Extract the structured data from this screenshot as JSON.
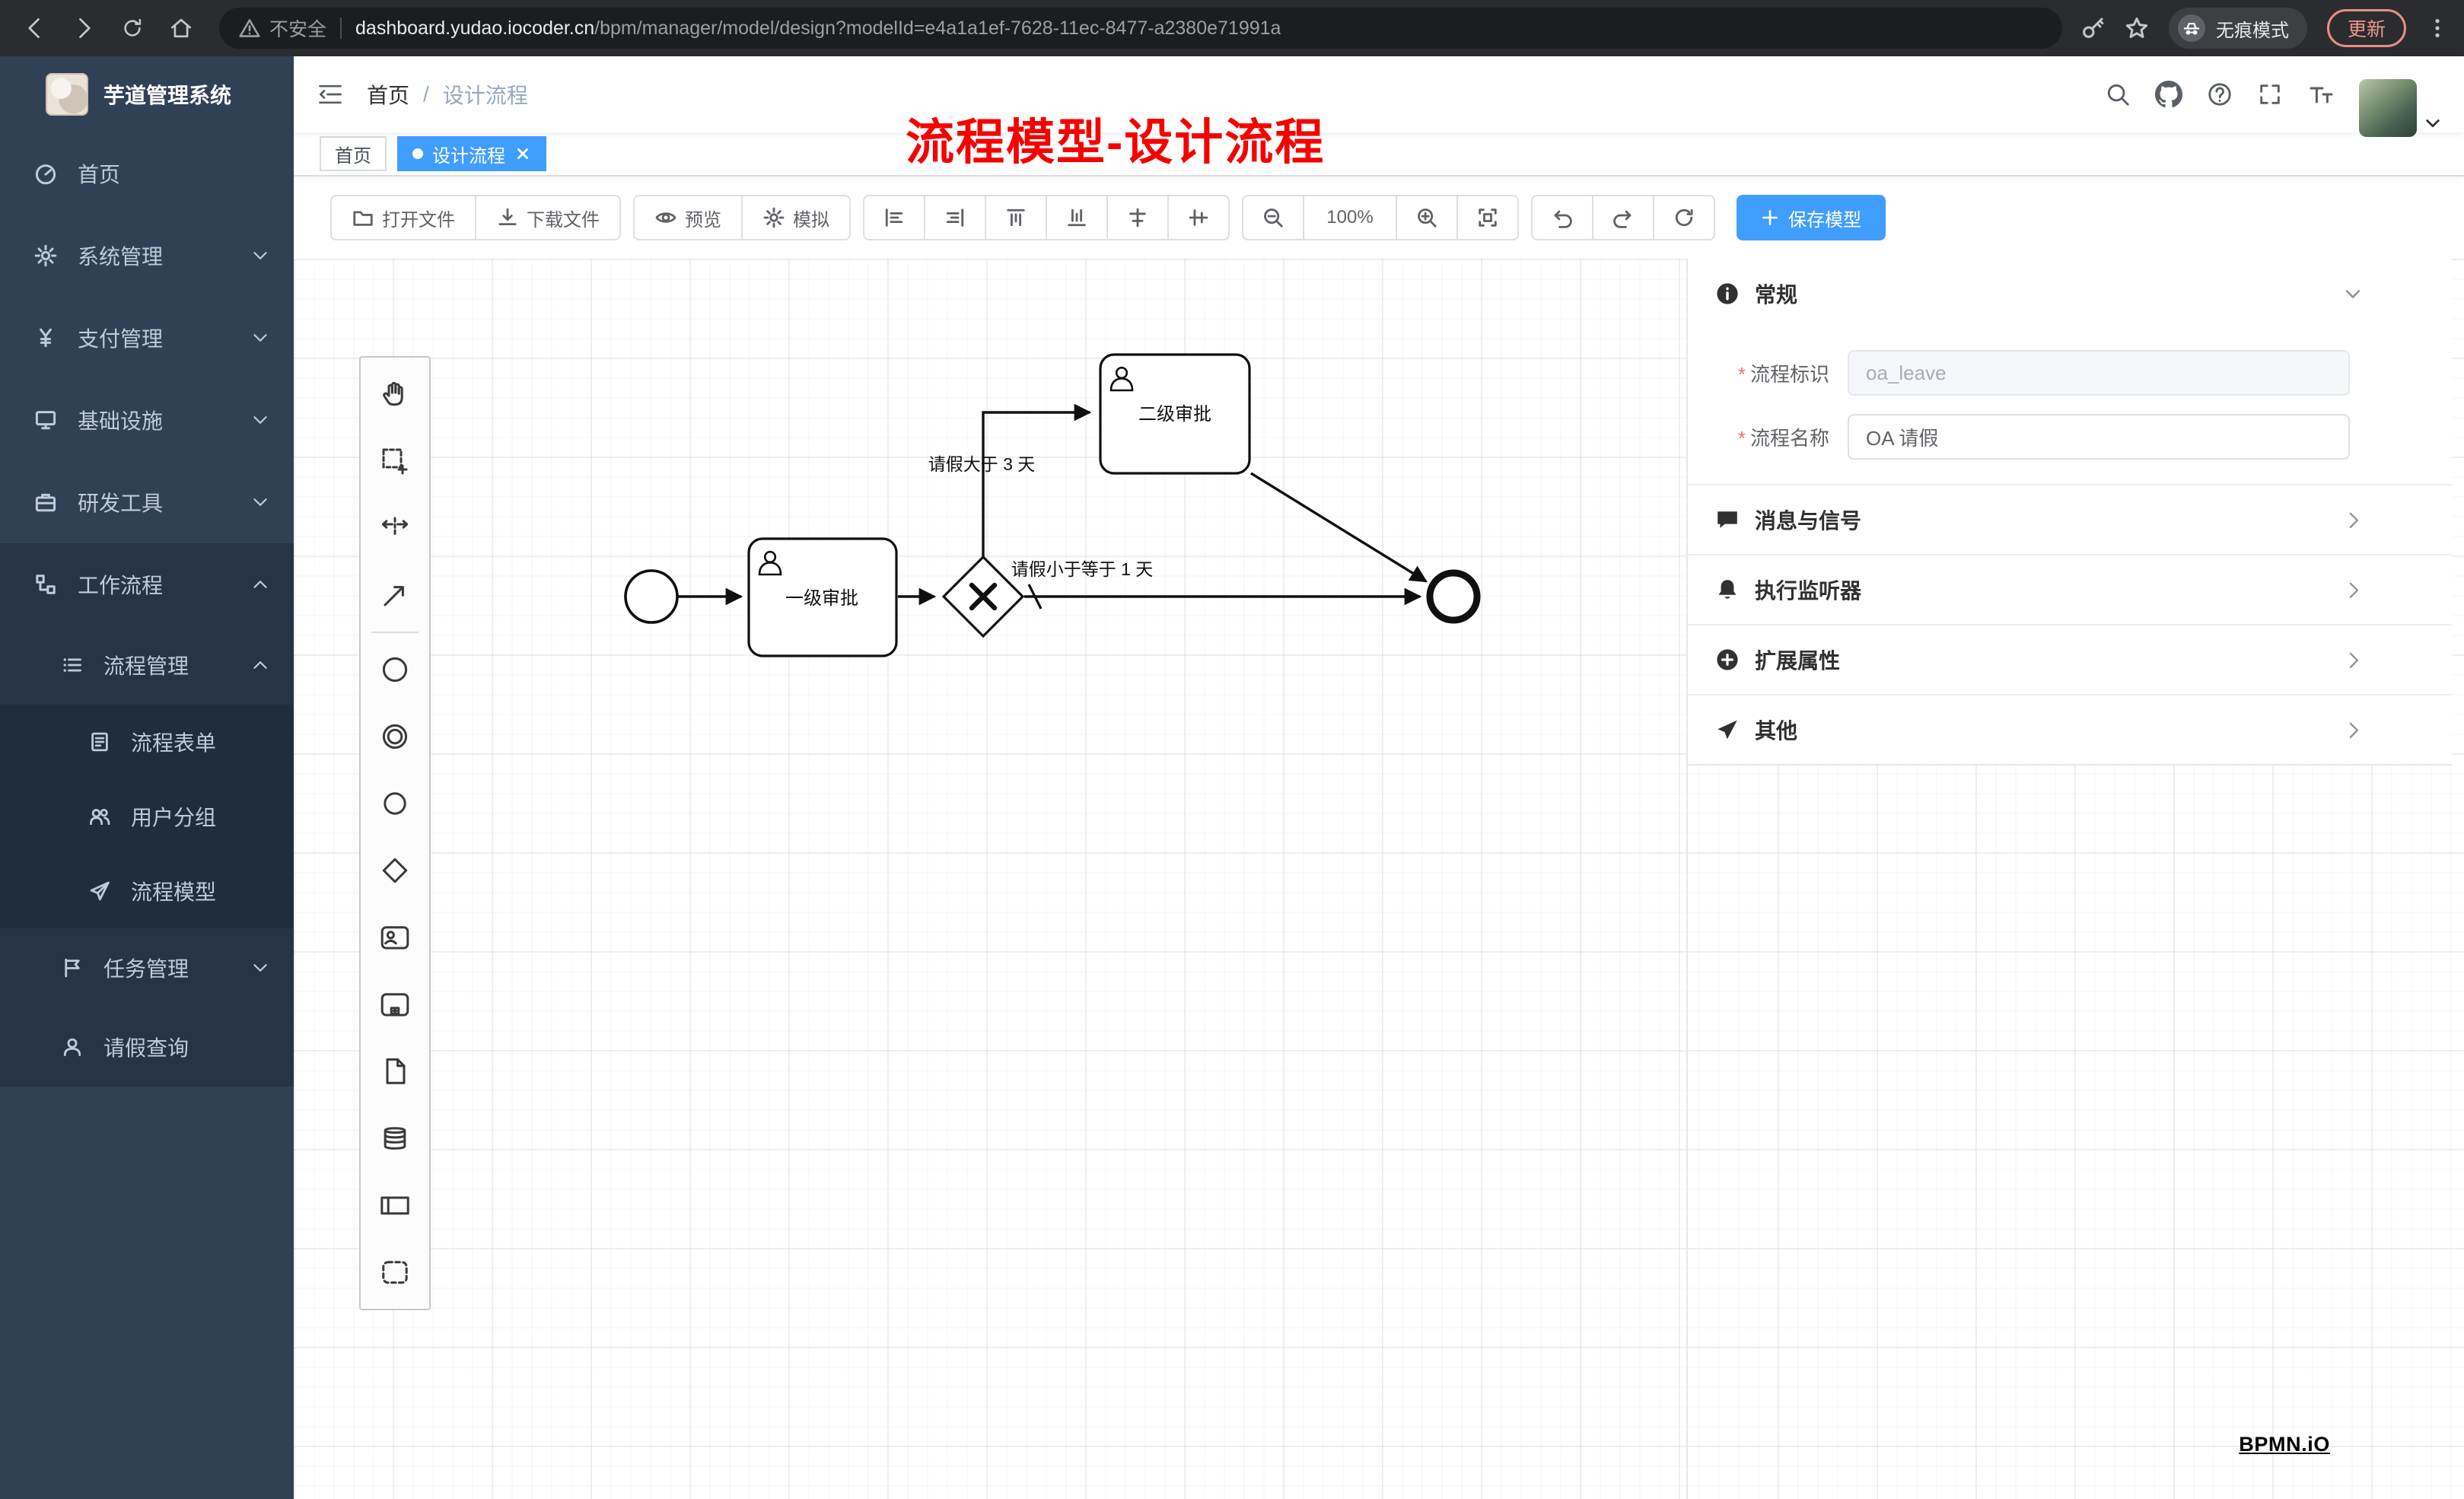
{
  "browser": {
    "security": "不安全",
    "url_domain": "dashboard.yudao.iocoder.cn",
    "url_path": "/bpm/manager/model/design?modelId=e4a1a1ef-7628-11ec-8477-a2380e71991a",
    "incognito": "无痕模式",
    "update": "更新"
  },
  "sidebar": {
    "title": "芋道管理系统",
    "items": [
      {
        "label": "首页"
      },
      {
        "label": "系统管理"
      },
      {
        "label": "支付管理"
      },
      {
        "label": "基础设施"
      },
      {
        "label": "研发工具"
      },
      {
        "label": "工作流程"
      },
      {
        "label": "流程管理"
      },
      {
        "label": "流程表单"
      },
      {
        "label": "用户分组"
      },
      {
        "label": "流程模型"
      },
      {
        "label": "任务管理"
      },
      {
        "label": "请假查询"
      }
    ]
  },
  "topbar": {
    "breadcrumb_home": "首页",
    "breadcrumb_sep": "/",
    "breadcrumb_current": "设计流程"
  },
  "annotation": "流程模型-设计流程",
  "tabs": {
    "home": "首页",
    "active": "设计流程"
  },
  "toolbar": {
    "open_file": "打开文件",
    "download_file": "下载文件",
    "preview": "预览",
    "simulate": "模拟",
    "zoom": "100%",
    "save": "保存模型"
  },
  "diagram": {
    "task_first": "一级审批",
    "task_second": "二级审批",
    "label_gt3": "请假大于 3 天",
    "label_le1": "请假小于等于 1 天"
  },
  "panel": {
    "general": "常规",
    "required_mark": "*",
    "fields": [
      {
        "label": "流程标识",
        "value": "oa_leave"
      },
      {
        "label": "流程名称",
        "value": "OA 请假"
      }
    ],
    "sections": [
      {
        "label": "消息与信号"
      },
      {
        "label": "执行监听器"
      },
      {
        "label": "扩展属性"
      },
      {
        "label": "其他"
      }
    ]
  },
  "watermark": "BPMN.iO"
}
